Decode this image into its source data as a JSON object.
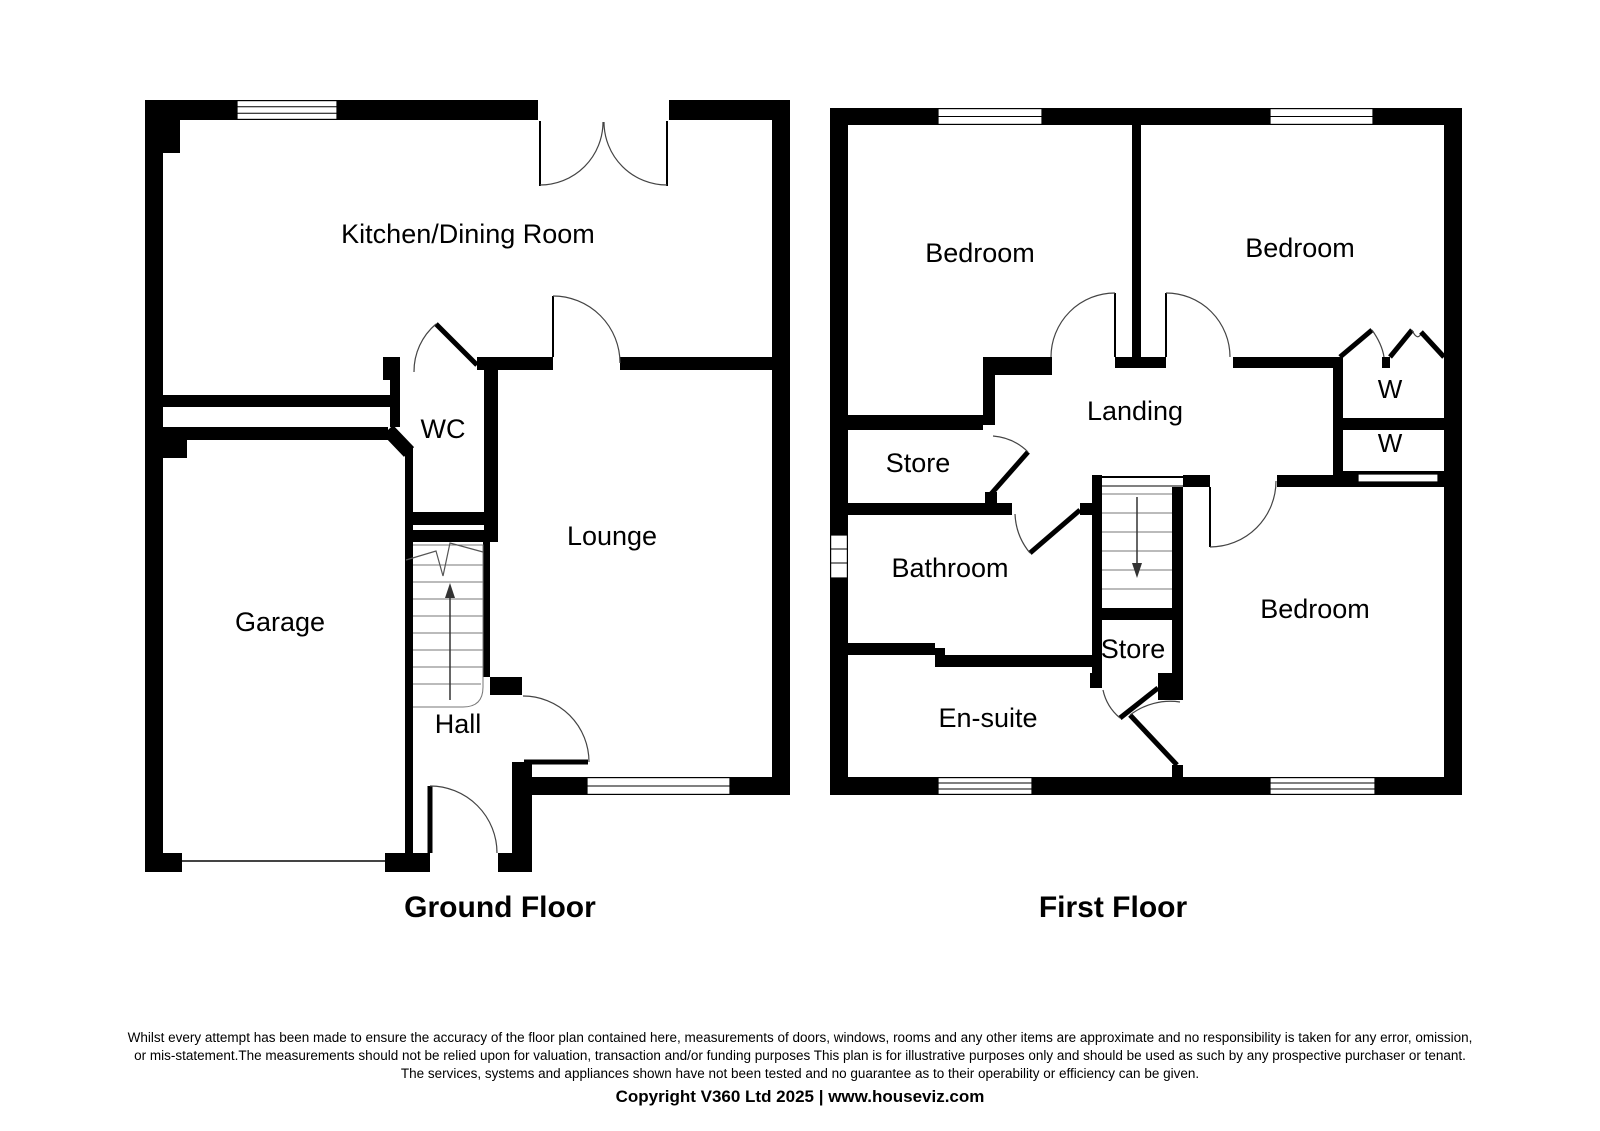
{
  "floors": {
    "ground": {
      "title": "Ground Floor",
      "rooms": {
        "kitchen": "Kitchen/Dining Room",
        "wc": "WC",
        "lounge": "Lounge",
        "garage": "Garage",
        "hall": "Hall"
      }
    },
    "first": {
      "title": "First Floor",
      "rooms": {
        "bedroom1": "Bedroom",
        "bedroom2": "Bedroom",
        "bedroom3": "Bedroom",
        "landing": "Landing",
        "store1": "Store",
        "store2": "Store",
        "bathroom": "Bathroom",
        "ensuite": "En-suite",
        "wardrobe1": "W",
        "wardrobe2": "W"
      }
    }
  },
  "footer": {
    "disclaimer_line1": "Whilst every attempt has been made to ensure the accuracy of the floor plan contained here, measurements of doors, windows, rooms and any other items are approximate and no responsibility is taken for any error, omission,",
    "disclaimer_line2": "or mis-statement.The measurements should not be relied upon for valuation, transaction and/or funding purposes This plan is for illustrative purposes only and should be used as such by any prospective purchaser or tenant.",
    "disclaimer_line3": "The services, systems and appliances shown have not been tested and no guarantee as to their operability or efficiency can be given.",
    "copyright": "Copyright V360 Ltd 2025 | www.houseviz.com"
  },
  "colors": {
    "wall": "#000000",
    "background": "#ffffff"
  }
}
